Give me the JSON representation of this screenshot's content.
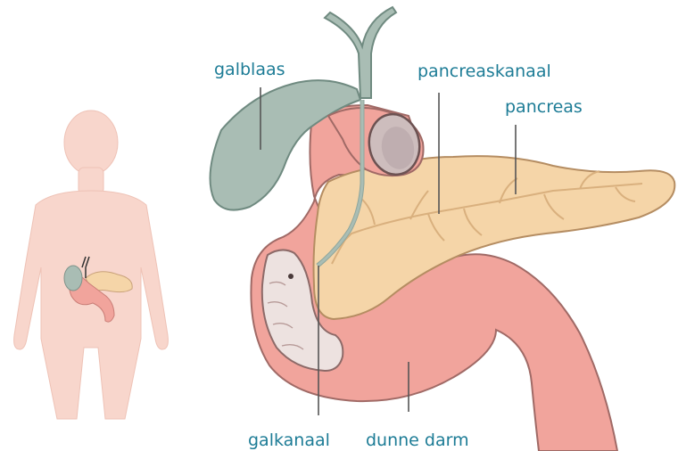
{
  "diagram": {
    "labels": {
      "galblaas": "galblaas",
      "pancreaskanaal": "pancreaskanaal",
      "pancreas": "pancreas",
      "galkanaal": "galkanaal",
      "dunne_darm": "dunne darm"
    },
    "colors": {
      "label_text": "#1d7c96",
      "body_silhouette": "#f8d6cc",
      "pancreas": "#f5d5a8",
      "gallbladder": "#a9bdb4",
      "duodenum": "#f1a49c",
      "leader_line": "#555555"
    }
  }
}
